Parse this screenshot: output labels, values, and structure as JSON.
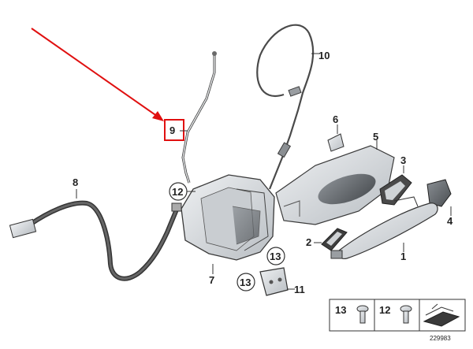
{
  "diagram": {
    "callouts": {
      "p1": "1",
      "p2": "2",
      "p3": "3",
      "p4": "4",
      "p5": "5",
      "p6": "6",
      "p7": "7",
      "p8": "8",
      "p9": "9",
      "p10": "10",
      "p11": "11",
      "p12a": "12",
      "p13a": "13",
      "p13b": "13"
    },
    "legend": {
      "screw13": "13",
      "screw12": "12"
    },
    "image_number": "229983",
    "colors": {
      "highlight_arrow": "#e01010",
      "part_fill": "#d9dde0",
      "part_stroke": "#3a3a3a",
      "dark_part": "#5a5a5a",
      "cable": "#4a4a4a"
    }
  }
}
